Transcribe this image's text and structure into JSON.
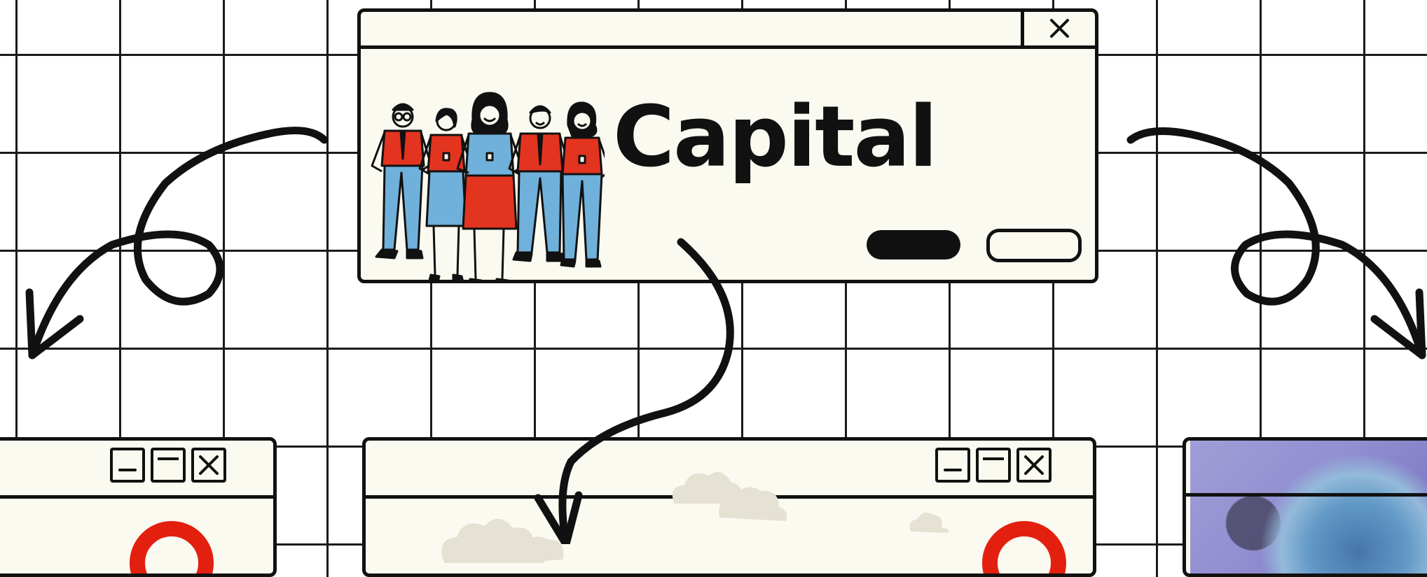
{
  "brand": {
    "title": "Capital"
  },
  "colors": {
    "background": "#ffffff",
    "grid": "#1a1a1a",
    "window_fill": "#fbfaf0",
    "ink": "#111111",
    "accent_red": "#e3200f",
    "accent_blue": "#6fb1da"
  },
  "main_window": {
    "icons": [
      "close-icon",
      "team-illustration",
      "filled-pill-button",
      "outline-pill-button"
    ]
  },
  "bottom_windows": [
    {
      "icons": [
        "minimize-icon",
        "maximize-icon",
        "close-icon",
        "red-ring"
      ]
    },
    {
      "icons": [
        "minimize-icon",
        "maximize-icon",
        "close-icon",
        "clouds",
        "red-ring"
      ]
    },
    {
      "icons": [
        "planet-photo"
      ]
    }
  ],
  "arrows": [
    "curly-arrow-left",
    "curly-arrow-down",
    "curly-arrow-right"
  ]
}
